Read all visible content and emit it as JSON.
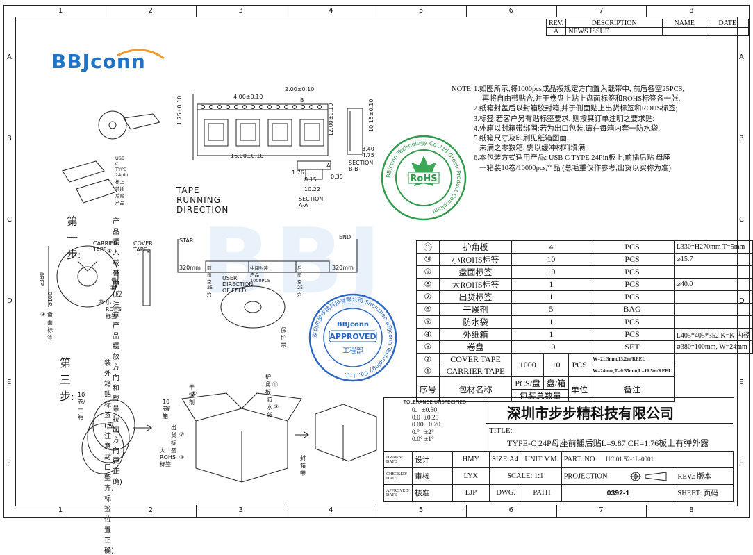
{
  "zones": {
    "cols": [
      "1",
      "2",
      "3",
      "4",
      "5",
      "6",
      "7",
      "8"
    ],
    "rows": [
      "A",
      "B",
      "C",
      "D",
      "E",
      "F"
    ]
  },
  "logo": {
    "brand": "BBJconn"
  },
  "revision": {
    "headers": [
      "REV.",
      "DESCRIPTION",
      "NAME",
      "DATE"
    ],
    "rows": [
      [
        "A",
        "NEWS ISSUE",
        "",
        ""
      ]
    ]
  },
  "notes": {
    "label": "NOTE:",
    "lines": [
      "1.如图所示,将1000pcs成品按规定方向置入载带中, 前后各空25PCS,",
      "再将自由带贴合,并于卷盘上贴上盘面标签和ROHS标签各一张.",
      "2.纸箱封盖后以封箱胶封箱,并于侧面贴上出货标签和ROHS标签;",
      "3.标签:若客户另有贴标签要求, 则按其订单注明之要求贴;",
      "4.外箱以封箱带绑固;若为出口包装,请在每箱内套一防水袋.",
      "5.纸箱尺寸及印刷见纸箱图面.",
      "未满之零数箱, 需以缓冲材料填满.",
      "6.本包装方式适用产品: USB C TYPE 24Pin板上,前插后贴 母座",
      "一箱装10卷/10000pcs产品 (总毛重仅作参考,出货以实称为准)"
    ]
  },
  "stamps": {
    "rohs_ring": "BBJconn Technology Co.,Ltd  Green Product Compliant",
    "rohs_center": "RoHS",
    "approved_ring": "深圳市步步精科技有限公司 Shenzhen BBJconn Technology Co., Ltd.",
    "approved_brand": "BBJconn",
    "approved_text": "APPROVED",
    "approved_dept": "工程部"
  },
  "drawing": {
    "dims": {
      "d1": "4.00±0.10",
      "d2": "2.00±0.10",
      "d3": "1.75±0.10",
      "d4": "16.00±0.10",
      "d5": "12.00±0.10",
      "d6": "10.15±0.10",
      "d7": "3.40",
      "d8": "4.75",
      "d9": "1.76",
      "d10": "8.15",
      "d11": "10.22",
      "d12": "0.35"
    },
    "sec_b": "B",
    "sec_a": "A",
    "section_bb": "SECTION\nB-B",
    "section_aa": "SECTION\nA-A",
    "tape_direction": "TAPE RUNNING DIRECTION",
    "product_label": "USB C TYPE 24pin板上前插后贴产品",
    "step1_title": "第一步:",
    "step1_text": "产品摆入载带中(应注意产品摆放方向和载带拉出方向要正确)",
    "carrier_tape": "CARRIER TAPE",
    "cover_tape": "COVER TAPE",
    "reel_dia": "⌀380",
    "hub_dia": "⌀100",
    "reel_label": "卷盘",
    "small_rohs": "小ROHS标签",
    "disc_label": "盘面标签",
    "star": "STAR",
    "end": "END",
    "len1": "320mm",
    "len2": "320mm",
    "seg1": "前段空25穴",
    "seg2": "中间封装产品1000PCS",
    "seg3": "后段空25穴",
    "feed": "USER DIRECTION OF FEED",
    "protect_tape": "保护带",
    "step3_title": "第三步:",
    "step3_text": "装外箱贴标签(应注意封口整齐,标签位置正确)",
    "ten_reel": "10卷/一箱",
    "ten_box": "10卷/箱",
    "desiccant": "干燥剂",
    "corner": "护角板",
    "waterproof": "防水袋",
    "ship_label": "出货标签",
    "big_rohs": "大ROHS标签",
    "seal_tape": "封箱带",
    "c1": "①",
    "c4": "④",
    "c6": "⑥",
    "c7": "⑦",
    "c8": "⑧",
    "c9": "⑨",
    "c10": "⑩",
    "c11": "⑪",
    "c5": "⑤",
    "c2": "②",
    "c3": "③"
  },
  "bom": {
    "rows": [
      {
        "no": "⑪",
        "name": "护角板",
        "qty": "4",
        "unit": "PCS",
        "remark": "L330*H270mm T=5mm"
      },
      {
        "no": "⑩",
        "name": "小ROHS标签",
        "qty": "10",
        "unit": "PCS",
        "remark": "⌀15.7"
      },
      {
        "no": "⑨",
        "name": "盘面标签",
        "qty": "10",
        "unit": "PCS",
        "remark": ""
      },
      {
        "no": "⑧",
        "name": "大ROHS标签",
        "qty": "1",
        "unit": "PCS",
        "remark": "⌀40.0"
      },
      {
        "no": "⑦",
        "name": "出货标签",
        "qty": "1",
        "unit": "PCS",
        "remark": ""
      },
      {
        "no": "⑥",
        "name": "干燥剂",
        "qty": "5",
        "unit": "BAG",
        "remark": ""
      },
      {
        "no": "⑤",
        "name": "防水袋",
        "qty": "1",
        "unit": "PCS",
        "remark": ""
      },
      {
        "no": "④",
        "name": "外纸箱",
        "qty": "1",
        "unit": "PCS",
        "remark": "L405*405*352 K=K 内径"
      },
      {
        "no": "③",
        "name": "卷盘",
        "qty": "10",
        "unit": "SET",
        "remark": "⌀380*100mm, W=24mm"
      }
    ],
    "row2": {
      "no": "②",
      "name": "COVER TAPE",
      "remark": "W=21.3mm,13.2m/REEL"
    },
    "row1": {
      "no": "①",
      "name": "CARRIER TAPE",
      "remark": "W=24mm,T=0.35mm,L=16.5m/REEL"
    },
    "shared_qty_a": "1000",
    "shared_qty_b": "10",
    "shared_unit": "PCS",
    "head": {
      "no": "序号",
      "name": "包材名称",
      "per_reel": "PCS/盘",
      "per_box": "盘/箱",
      "qty": "包装总数量",
      "unit": "单位",
      "remark": "备注"
    }
  },
  "title_block": {
    "tolerance_title": "TOLERANCE UNSPECIFIED",
    "tolerances": [
      "0.   ±0.30",
      "0.0  ±0.25",
      "0.00 ±0.20",
      "0.°   ±2°",
      "0.0° ±1°"
    ],
    "company": "深圳市步步精科技有限公司",
    "title_label": "TITLE:",
    "title": "TYPE-C 24P母座前插后贴L=9.87 CH=1.76板上有弹外露",
    "drawn_label": "DRAWN/ DATE",
    "drawn_role": "设计",
    "drawn_name": "HMY",
    "checked_label": "CHECKED/ DATE",
    "checked_role": "审核",
    "checked_name": "LYX",
    "approved_label": "APPROVED/ DATE",
    "approved_role": "核准",
    "approved_name": "LJP",
    "size": "SIZE:A4",
    "unit": "UNIT:MM.",
    "part_label": "PART. NO:",
    "part_no": "UC.01.52-1L-0001",
    "scale": "SCALE: 1:1",
    "projection": "PROJECTION",
    "rev": "REV.:  版本",
    "dwg": "DWG.",
    "path": "PATH",
    "dwg_no": "0392-1",
    "sheet": "SHEET: 页码"
  }
}
